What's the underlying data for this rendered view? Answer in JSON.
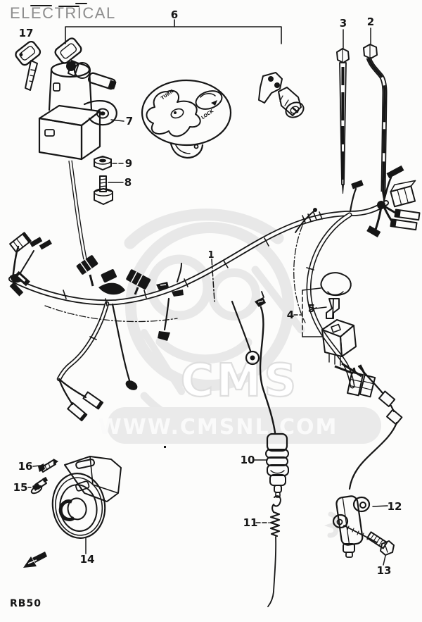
{
  "header": {
    "title": "ELECTRICAL"
  },
  "footer": {
    "model_code": "RB50"
  },
  "watermark": {
    "brand": "CMS",
    "url": "WWW.CMSNL.COM"
  },
  "fuel_cap": {
    "turn_marking": "TURN",
    "lock_marking": "LOCK"
  },
  "part_labels": {
    "p1": "1",
    "p2": "2",
    "p3": "3",
    "p4": "4",
    "p5": "5",
    "p6": "6",
    "p7": "7",
    "p8": "8",
    "p9": "9",
    "p10": "10",
    "p11": "11",
    "p12": "12",
    "p13": "13",
    "p14": "14",
    "p15": "15",
    "p16": "16",
    "p17": "17"
  },
  "colors": {
    "ink": "#161616",
    "title_gray": "#8c8c8c",
    "watermark_gray": "#e8e8e8",
    "paper": "#fcfcfb"
  }
}
